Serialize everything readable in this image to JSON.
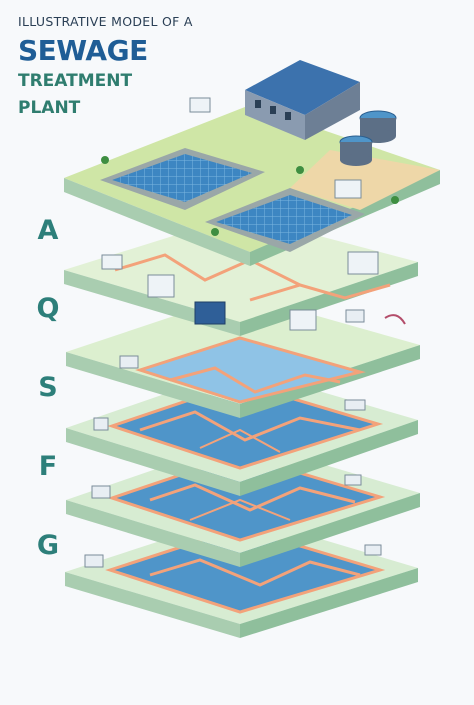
{
  "title": {
    "line1": "ILLUSTRATIVE MODEL OF A",
    "line2": "SEWAGE",
    "line3": "TREATMENT",
    "line4": "PLANT"
  },
  "side_labels": [
    "A",
    "Q",
    "S",
    "F",
    "G"
  ],
  "colors": {
    "background": "#f7f9fb",
    "ground": "#cfe6a6",
    "sand": "#eed7a8",
    "water": "#4f95c9",
    "water_light": "#8fc3e6",
    "pipe": "#f3a27a",
    "roof": "#3c72ad",
    "title_blue": "#1f5d96",
    "title_green": "#2f7d6f",
    "letter_teal": "#2d7f7a"
  }
}
